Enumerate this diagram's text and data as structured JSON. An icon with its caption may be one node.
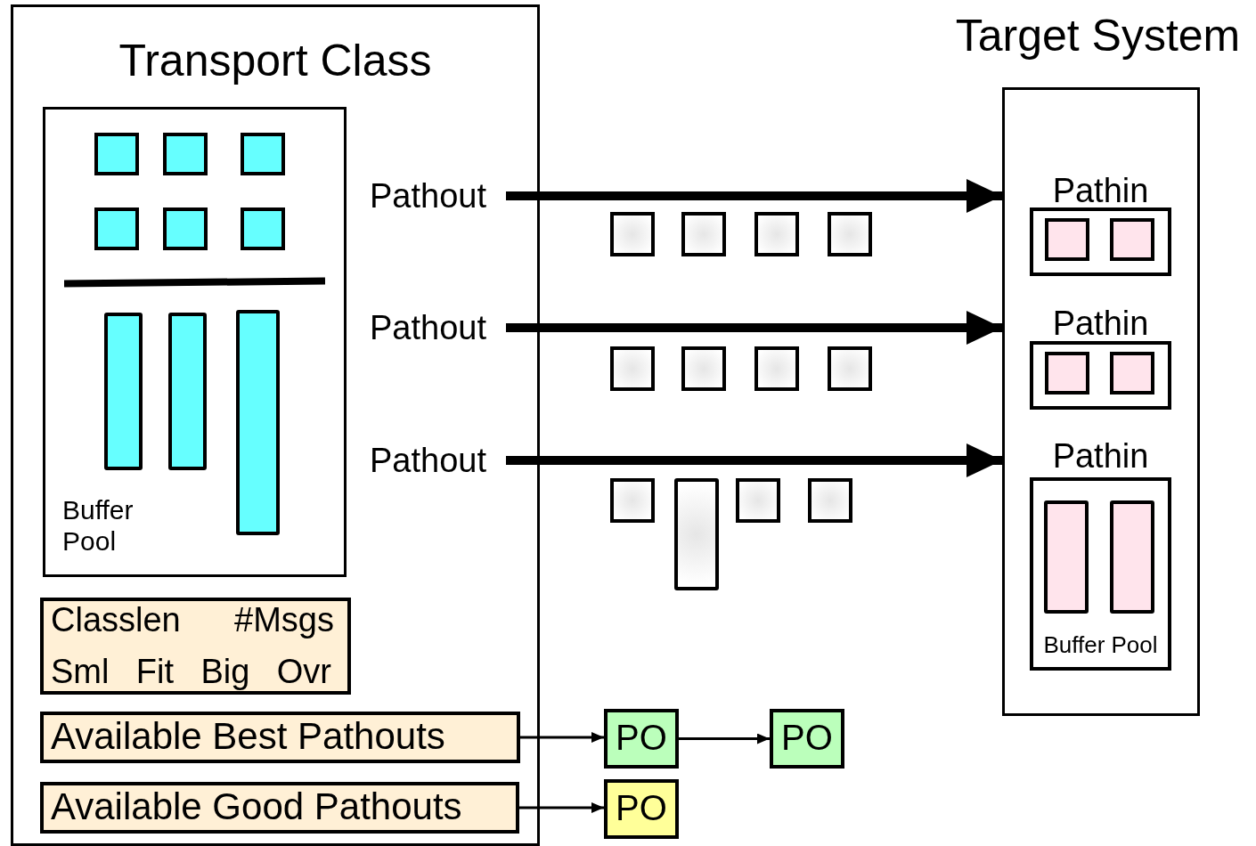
{
  "diagram": {
    "nodes": [
      {
        "text": [
          "Transport Class"
        ]
      },
      {
        "text": [
          "Buffer Pool"
        ],
        "in": 0
      },
      {
        "text": [],
        "shape": "box",
        "in": 1
      },
      {
        "text": [],
        "shape": "box",
        "in": 1
      },
      {
        "text": [],
        "shape": "box",
        "in": 1
      },
      {
        "text": [],
        "shape": "box",
        "in": 1
      },
      {
        "text": [],
        "shape": "box",
        "in": 1
      },
      {
        "text": [],
        "shape": "box",
        "in": 1
      },
      {
        "text": [],
        "shape": "bar",
        "in": 1
      },
      {
        "text": [],
        "shape": "bar",
        "in": 1
      },
      {
        "text": [],
        "shape": "bar",
        "in": 1
      },
      {
        "text": [
          "Classlen #Msgs",
          "Sml Fit Big Ovr"
        ],
        "in": 0
      },
      {
        "text": [
          "Available Best Pathouts"
        ],
        "in": 0
      },
      {
        "text": [
          "Available Good Pathouts"
        ],
        "in": 0
      },
      {
        "text": [
          "Pathout"
        ],
        "in": 0
      },
      {
        "text": [],
        "shape": "box"
      },
      {
        "text": [],
        "shape": "box"
      },
      {
        "text": [],
        "shape": "box"
      },
      {
        "text": [],
        "shape": "box"
      },
      {
        "text": [
          "Pathout"
        ],
        "in": 0
      },
      {
        "text": [],
        "shape": "box"
      },
      {
        "text": [],
        "shape": "box"
      },
      {
        "text": [],
        "shape": "box"
      },
      {
        "text": [],
        "shape": "box"
      },
      {
        "text": [
          "Pathout"
        ],
        "in": 0
      },
      {
        "text": [],
        "shape": "box"
      },
      {
        "text": [],
        "shape": "bar"
      },
      {
        "text": [],
        "shape": "box"
      },
      {
        "text": [],
        "shape": "box"
      },
      {
        "text": [
          "Target System"
        ]
      },
      {
        "text": [
          "Pathin"
        ],
        "in": 29
      },
      {
        "text": [],
        "shape": "box",
        "in": 30
      },
      {
        "text": [],
        "shape": "box",
        "in": 30
      },
      {
        "text": [
          "Pathin"
        ],
        "in": 29
      },
      {
        "text": [],
        "shape": "box",
        "in": 33
      },
      {
        "text": [],
        "shape": "box",
        "in": 33
      },
      {
        "text": [
          "Pathin",
          "Buffer Pool"
        ],
        "in": 29
      },
      {
        "text": [],
        "shape": "bar",
        "in": 36
      },
      {
        "text": [],
        "shape": "bar",
        "in": 36
      },
      {
        "text": [
          "PO"
        ]
      },
      {
        "text": [
          "PO"
        ]
      },
      {
        "text": [
          "PO"
        ]
      }
    ],
    "edges": [
      {
        "from": 14,
        "to": 29,
        "arrow": "to",
        "style": "thick"
      },
      {
        "from": 19,
        "to": 29,
        "arrow": "to",
        "style": "thick"
      },
      {
        "from": 24,
        "to": 29,
        "arrow": "to",
        "style": "thick"
      },
      {
        "from": 12,
        "to": 39,
        "arrow": "to"
      },
      {
        "from": 39,
        "to": 40,
        "arrow": "to"
      },
      {
        "from": 13,
        "to": 41,
        "arrow": "to"
      }
    ]
  }
}
